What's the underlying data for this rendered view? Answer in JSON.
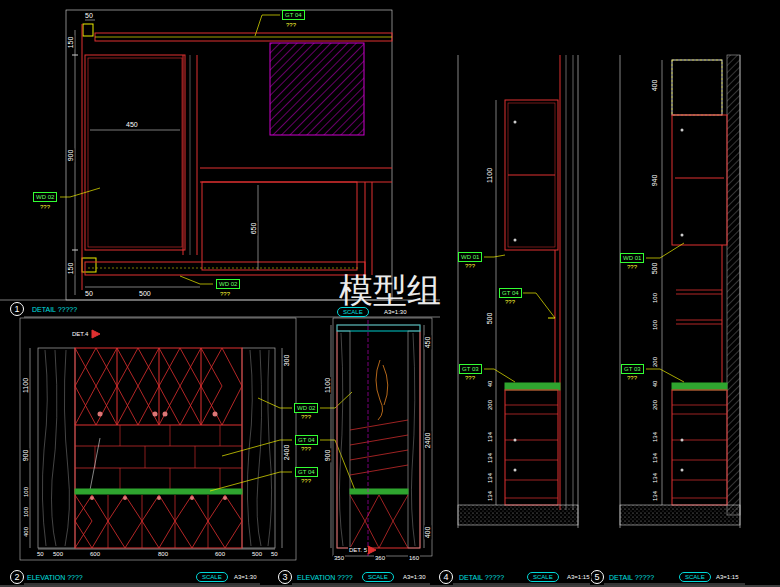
{
  "diagram": {
    "nodes": [
      {
        "text": [
          "GT 04"
        ]
      },
      {
        "text": [
          "WD 02"
        ]
      },
      {
        "text": [
          "WD 02"
        ]
      },
      {
        "text": [
          "1"
        ]
      },
      {
        "text": [
          "SCALE"
        ]
      },
      {
        "text": [
          "WD 01"
        ]
      },
      {
        "text": [
          "GT 04"
        ]
      },
      {
        "text": [
          "GT 03"
        ]
      },
      {
        "text": [
          "WD 01"
        ]
      },
      {
        "text": [
          "GT 03"
        ]
      },
      {
        "text": [
          "WD 02"
        ]
      },
      {
        "text": [
          "GT 04"
        ]
      },
      {
        "text": [
          "GT 04"
        ]
      },
      {
        "text": [
          "2"
        ]
      },
      {
        "text": [
          "SCALE"
        ]
      },
      {
        "text": [
          "3"
        ]
      },
      {
        "text": [
          "SCALE"
        ]
      },
      {
        "text": [
          "4"
        ]
      },
      {
        "text": [
          "SCALE"
        ]
      },
      {
        "text": [
          "5"
        ]
      },
      {
        "text": [
          "SCALE"
        ]
      }
    ],
    "labels": [
      "50",
      "150",
      "900",
      "150",
      "50",
      "500",
      "450",
      "650",
      "???",
      "???",
      "???",
      "DETAIL ?????",
      "A3=1:30",
      "模型组",
      "DET.4",
      "1100",
      "900",
      "100",
      "100",
      "400",
      "50",
      "500",
      "600",
      "800",
      "600",
      "500",
      "50",
      "300",
      "2400",
      "???",
      "???",
      "???",
      "450",
      "1100",
      "900",
      "2400",
      "400",
      "350",
      "DET. 5",
      "360",
      "160",
      "ELEVATION ????",
      "A3=1:30",
      "ELEVATION ????",
      "A3=1:30",
      "DETAIL ?????",
      "A3=1:15",
      "DETAIL ?????",
      "A3=1:15",
      "1100",
      "500",
      "40",
      "200",
      "134",
      "134",
      "134",
      "134",
      "???",
      "???",
      "???",
      "400",
      "940",
      "500",
      "100",
      "100",
      "200",
      "40",
      "200",
      "134",
      "134",
      "134",
      "134",
      "???",
      "???"
    ]
  }
}
